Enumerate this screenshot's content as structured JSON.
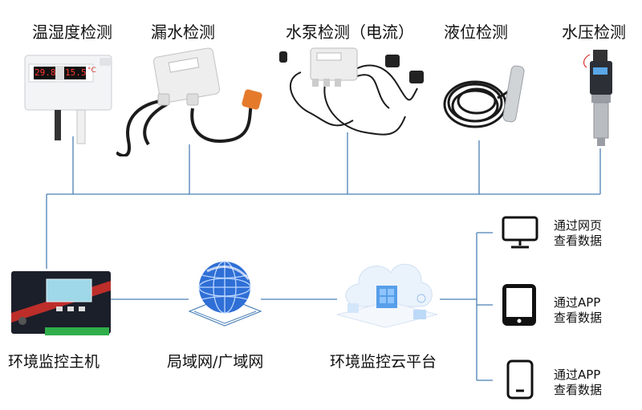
{
  "sensors": [
    {
      "label": "温湿度检测",
      "icon": "temp-humidity-sensor-icon"
    },
    {
      "label": "漏水检测",
      "icon": "water-leak-sensor-icon"
    },
    {
      "label": "水泵检测（电流）",
      "icon": "pump-current-sensor-icon"
    },
    {
      "label": "液位检测",
      "icon": "liquid-level-sensor-icon"
    },
    {
      "label": "水压检测",
      "icon": "water-pressure-sensor-icon"
    }
  ],
  "device_text": {
    "temp_display_left": "29.8",
    "temp_display_right": "15.5",
    "temp_unit": "°C"
  },
  "hubs": [
    {
      "label": "环境监控主机",
      "icon": "monitor-host-icon"
    },
    {
      "label": "局域网/广域网",
      "icon": "network-globe-icon"
    },
    {
      "label": "环境监控云平台",
      "icon": "cloud-platform-icon"
    }
  ],
  "clients": [
    {
      "label_line1": "通过网页",
      "label_line2": "查看数据",
      "icon": "desktop-monitor-icon"
    },
    {
      "label_line1": "通过APP",
      "label_line2": "查看数据",
      "icon": "tablet-icon"
    },
    {
      "label_line1": "通过APP",
      "label_line2": "查看数据",
      "icon": "smartphone-icon"
    }
  ],
  "colors": {
    "line": "#4a7fb5",
    "globe": "#2f6fd6",
    "device_dark": "#1b1f2a",
    "accent_red": "#d9312a"
  }
}
